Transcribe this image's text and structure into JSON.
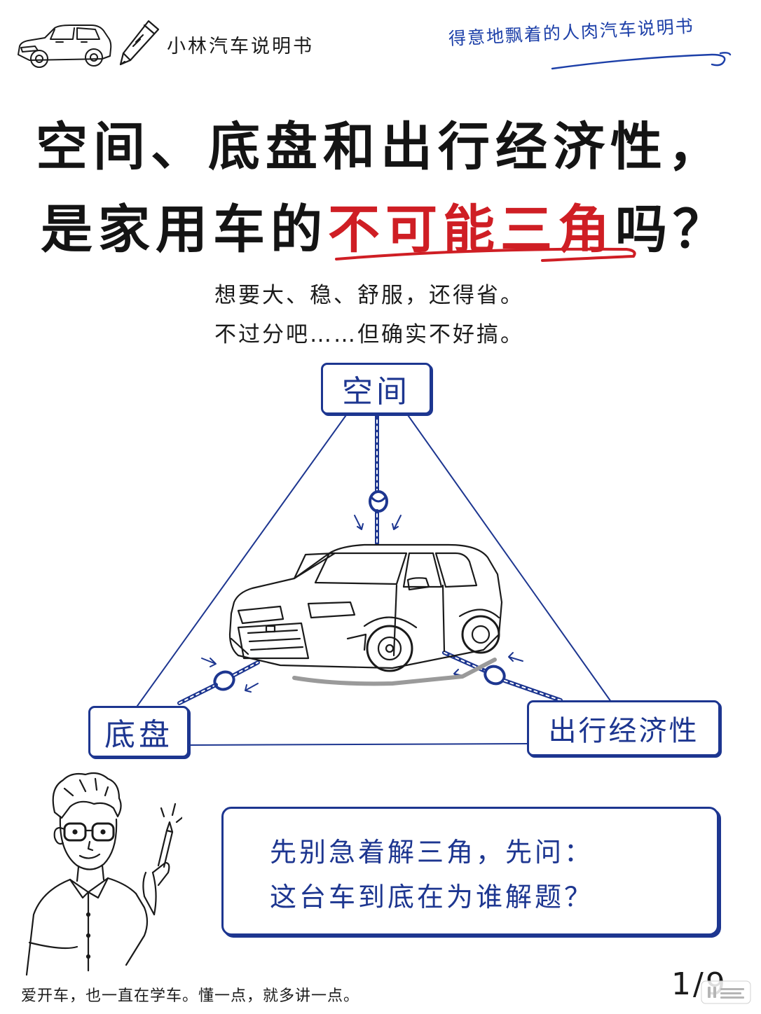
{
  "header": {
    "brand": "小林汽车说明书",
    "tagline": "得意地飘着的人肉汽车说明书"
  },
  "title": {
    "line1": "空间、底盘和出行经济性，",
    "line2_prefix": "是家用车的",
    "line2_highlight": "不可能三角",
    "line2_suffix": "吗？"
  },
  "subtitle": {
    "line1": "想要大、稳、舒服，还得省。",
    "line2": "不过分吧……但确实不好搞。"
  },
  "triangle": {
    "top": "空间",
    "left": "底盘",
    "right": "出行经济性"
  },
  "callout": {
    "line1": "先别急着解三角，先问：",
    "line2": "这台车到底在为谁解题？"
  },
  "footer": {
    "motto": "爱开车，也一直在学车。懂一点，就多讲一点。",
    "page": "1/9"
  },
  "colors": {
    "accent_blue": "#1d3690",
    "highlight_red": "#cf1e24",
    "ink": "#161616"
  }
}
